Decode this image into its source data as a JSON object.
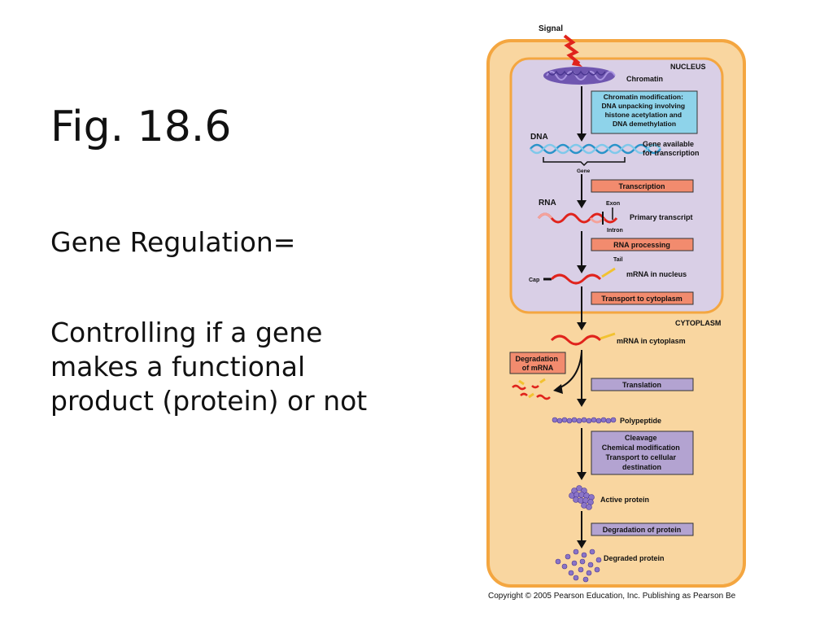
{
  "slide": {
    "title": "Fig. 18.6",
    "subtitle": "Gene Regulation=",
    "body": "Controlling if a gene makes a functional product (protein) or not"
  },
  "figure": {
    "signal": "Signal",
    "nucleus": "NUCLEUS",
    "chromatin": "Chromatin",
    "chromatin_mod": [
      "Chromatin modification:",
      "DNA unpacking involving",
      "histone acetylation and",
      "DNA demethylation"
    ],
    "dna": "DNA",
    "gene_available": [
      "Gene available",
      "for transcription"
    ],
    "gene": "Gene",
    "transcription": "Transcription",
    "rna": "RNA",
    "exon": "Exon",
    "intron": "Intron",
    "primary_transcript": "Primary transcript",
    "rna_processing": "RNA processing",
    "tail": "Tail",
    "cap": "Cap",
    "mrna_nucleus": "mRNA in nucleus",
    "transport": "Transport to cytoplasm",
    "cytoplasm": "CYTOPLASM",
    "mrna_cytoplasm": "mRNA in cytoplasm",
    "degradation_mrna": [
      "Degradation",
      "of mRNA"
    ],
    "translation": "Translation",
    "polypeptide": "Polypeptide",
    "post_translation": [
      "Cleavage",
      "Chemical modification",
      "Transport to cellular",
      "destination"
    ],
    "active_protein": "Active protein",
    "degradation_protein": "Degradation of protein",
    "degraded_protein": "Degraded protein",
    "copyright": "Copyright © 2005 Pearson Education, Inc. Publishing as Pearson Be",
    "colors": {
      "cell_fill": "#f9d6a0",
      "cell_border": "#f4a640",
      "nucleus_fill": "#d9cfe6",
      "chromatin_box": "#8ed3ea",
      "step_box_red": "#f28b6e",
      "step_box_purple": "#b3a3d1",
      "rna_red": "#e0231c",
      "protein_purple": "#8a74c7"
    }
  }
}
